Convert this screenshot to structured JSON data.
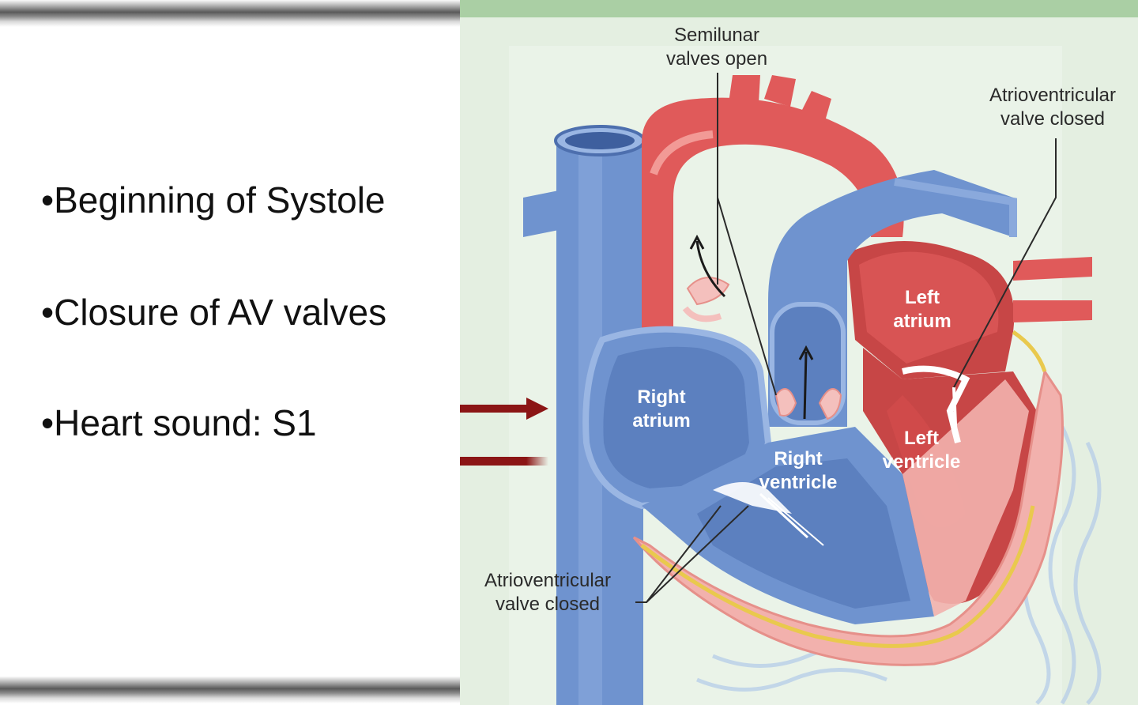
{
  "slide": {
    "bullets": [
      "•Beginning of Systole",
      "•Closure of AV valves",
      "•Heart sound: S1"
    ]
  },
  "figure": {
    "labels": {
      "semilunar_line1": "Semilunar",
      "semilunar_line2": "valves open",
      "av_top_line1": "Atrioventricular",
      "av_top_line2": "valve closed",
      "av_bottom_line1": "Atrioventricular",
      "av_bottom_line2": "valve closed",
      "right_atrium_line1": "Right",
      "right_atrium_line2": "atrium",
      "right_ventricle_line1": "Right",
      "right_ventricle_line2": "ventricle",
      "left_atrium_line1": "Left",
      "left_atrium_line2": "atrium",
      "left_ventricle_line1": "Left",
      "left_ventricle_line2": "ventricle"
    },
    "colors": {
      "background": "#e4efe1",
      "oxygenated": "#e05a5a",
      "deoxygenated": "#6f93cf",
      "myocardium": "#f2b1ad",
      "pointer_arrow": "#8b1515"
    }
  }
}
